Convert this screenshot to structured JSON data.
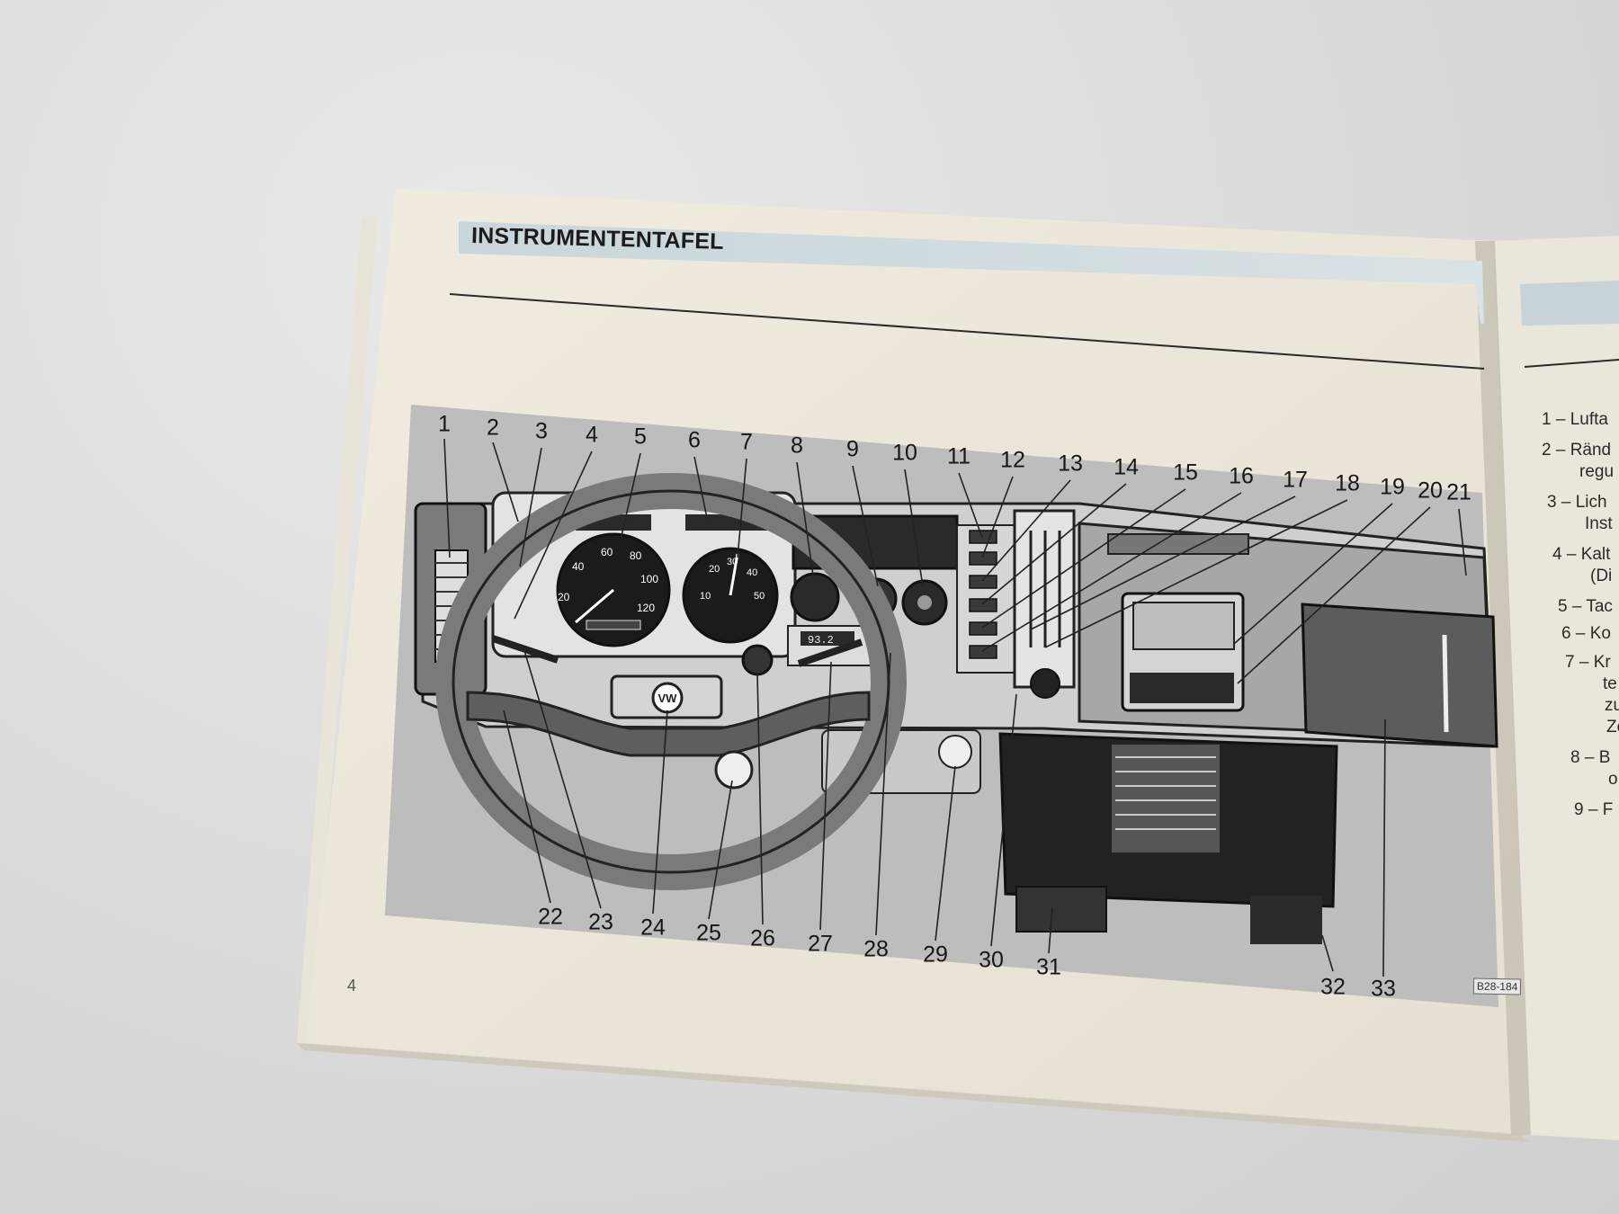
{
  "page": {
    "title": "INSTRUMENTENTAFEL",
    "number": "4",
    "figure_code": "B28-184"
  },
  "dashboard": {
    "speedometer_marks": [
      "20",
      "40",
      "60",
      "80",
      "100",
      "120"
    ],
    "tachometer_marks": [
      "10",
      "20",
      "30",
      "40",
      "50"
    ],
    "radio_frequency": "93.2",
    "logo": "VW"
  },
  "callouts": {
    "top": [
      "1",
      "2",
      "3",
      "4",
      "5",
      "6",
      "7",
      "8",
      "9",
      "10",
      "11",
      "12",
      "13",
      "14",
      "15",
      "16",
      "17",
      "18",
      "19",
      "20",
      "21"
    ],
    "bottom": [
      "22",
      "23",
      "24",
      "25",
      "26",
      "27",
      "28",
      "29",
      "30",
      "31",
      "32",
      "33"
    ]
  },
  "right_page": {
    "items": [
      "1 – Lufta",
      "2 – Ränd",
      "regu",
      "3 – Lich",
      "Inst",
      "4 – Kalt",
      "(Di",
      "5 – Tac",
      "6 – Ko",
      "7 – Kr",
      "te",
      "zu",
      "Ze",
      "8 – B",
      "o",
      "9 – F"
    ]
  }
}
